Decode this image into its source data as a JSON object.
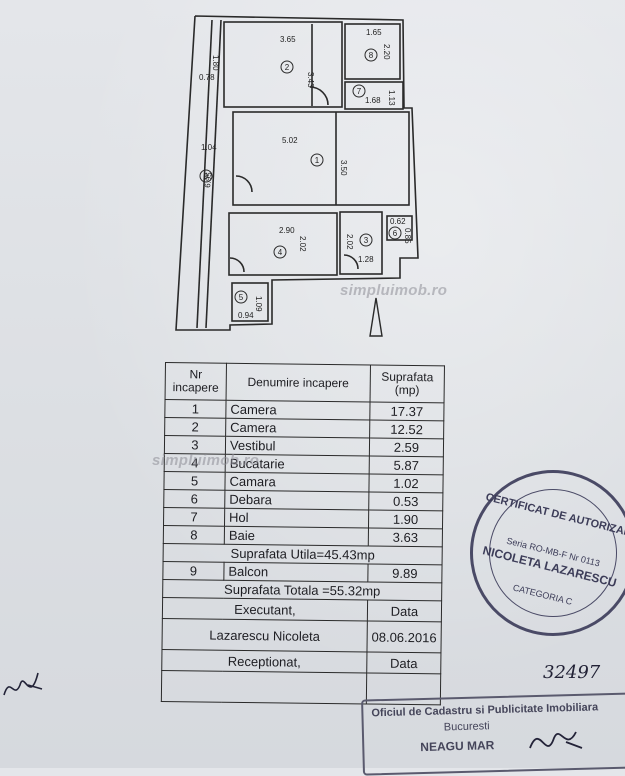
{
  "floor_plan": {
    "dimensions": {
      "room2_width": "3.65",
      "room2_height": "3.43",
      "room8_width": "1.65",
      "room8_height": "2.20",
      "room7_width": "1.68",
      "room7_height": "1.13",
      "balcony_top": "0.78",
      "balcony_top2": "1.80",
      "room1_width": "5.02",
      "room1_height": "3.50",
      "balcony_width": "1.04",
      "balcony_length": "6.95",
      "room4_width": "2.90",
      "room4_height": "2.02",
      "room3_height": "2.02",
      "room3_width": "1.28",
      "room6_dim": "0.62",
      "room6_dim2": "0.85",
      "room5_height": "1.09",
      "room5_width": "0.94"
    },
    "room_numbers": [
      "1",
      "2",
      "3",
      "4",
      "5",
      "6",
      "7",
      "8",
      "9"
    ]
  },
  "watermarks": [
    "simpluimob.ro",
    "simpluimob.ro"
  ],
  "table": {
    "headers": {
      "nr": "Nr incapere",
      "name": "Denumire incapere",
      "area": "Suprafata (mp)"
    },
    "rows": [
      {
        "nr": "1",
        "name": "Camera",
        "area": "17.37"
      },
      {
        "nr": "2",
        "name": "Camera",
        "area": "12.52"
      },
      {
        "nr": "3",
        "name": "Vestibul",
        "area": "2.59"
      },
      {
        "nr": "4",
        "name": "Bucatarie",
        "area": "5.87"
      },
      {
        "nr": "5",
        "name": "Camara",
        "area": "1.02"
      },
      {
        "nr": "6",
        "name": "Debara",
        "area": "0.53"
      },
      {
        "nr": "7",
        "name": "Hol",
        "area": "1.90"
      },
      {
        "nr": "8",
        "name": "Baie",
        "area": "3.63"
      }
    ],
    "useful_area": "Suprafata Utila=45.43mp",
    "balcony_row": {
      "nr": "9",
      "name": "Balcon",
      "area": "9.89"
    },
    "total_area": "Suprafata Totala =55.32mp",
    "executant_label": "Executant,",
    "data_label": "Data",
    "executant_name": "Lazarescu Nicoleta",
    "executant_date": "08.06.2016",
    "receptionat_label": "Receptionat,",
    "receptionat_data_label": "Data"
  },
  "stamp": {
    "line1": "CERTIFICAT DE AUTORIZARE",
    "line2": "Seria RO-MB-F Nr 0113",
    "line3": "NICOLETA LAZARESCU",
    "line4": "CATEGORIA C"
  },
  "office_stamp": {
    "line1": "Oficiul de Cadastru si Publicitate Imobiliara",
    "line2": "Bucuresti",
    "line3": "NEAGU MAR"
  },
  "handwriting": {
    "number": "32497"
  }
}
